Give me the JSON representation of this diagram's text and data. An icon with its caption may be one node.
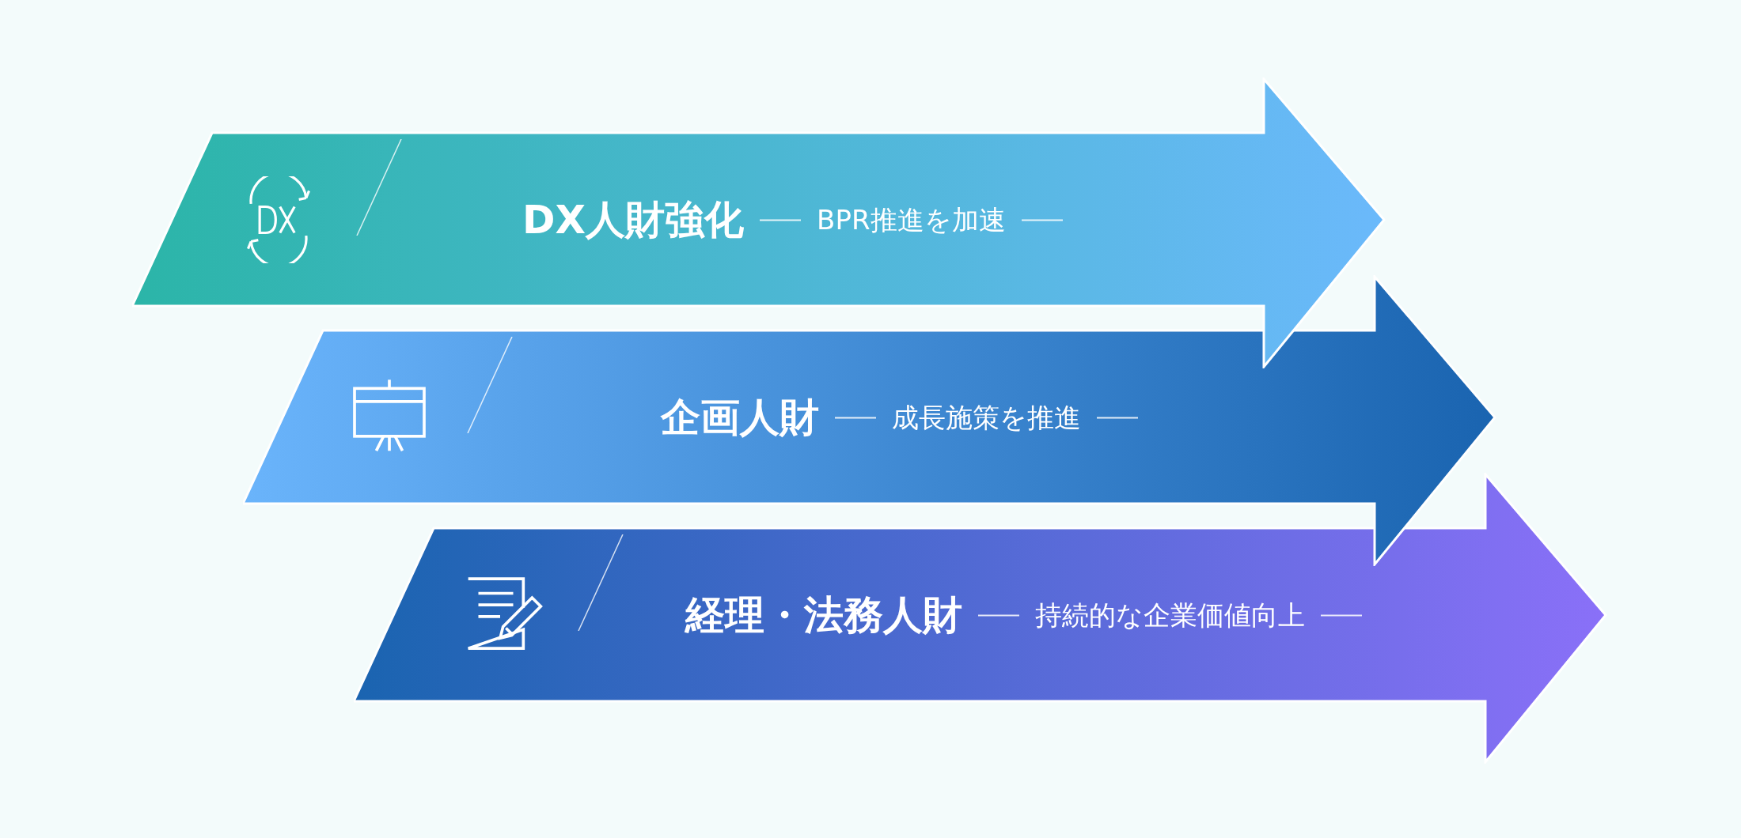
{
  "diagram": {
    "nodes": [
      {
        "text": [
          "DX人財強化",
          "BPR推進を加速"
        ]
      },
      {
        "text": [
          "企画人財",
          "成長施策を推進"
        ]
      },
      {
        "text": [
          "経理・法務人財",
          "持続的な企業価値向上"
        ]
      }
    ]
  }
}
